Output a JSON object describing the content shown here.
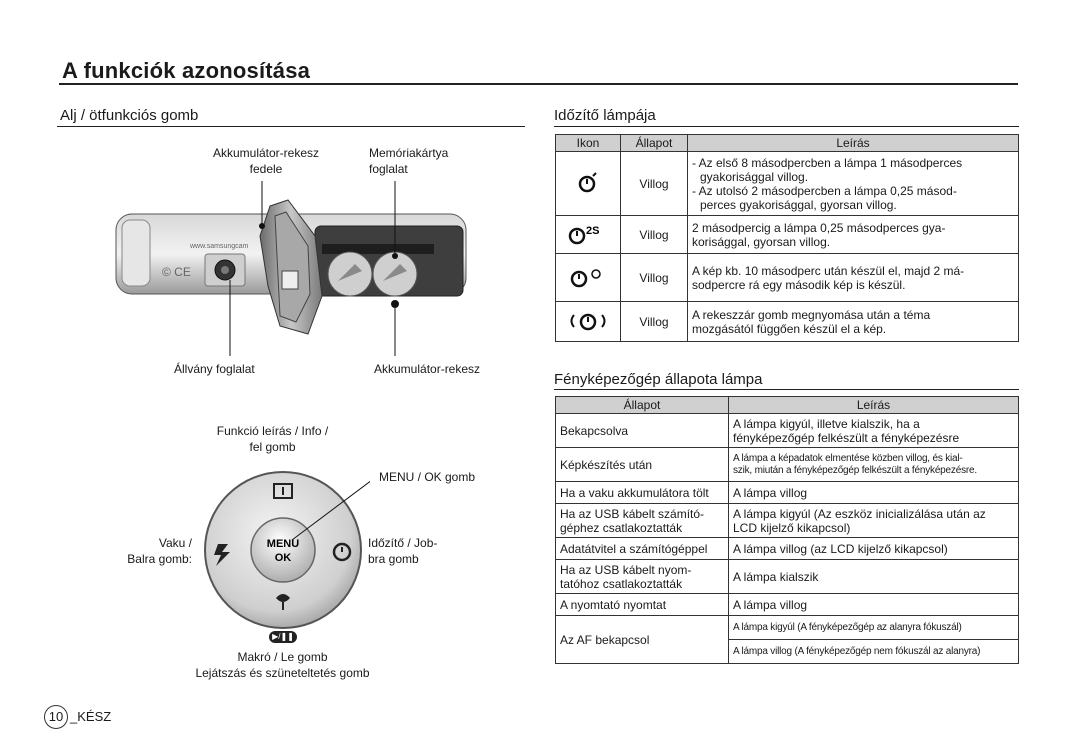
{
  "page_title": "A funkciók azonosítása",
  "left": {
    "title": "Alj / ötfunkciós gomb",
    "labels": {
      "battery_cover": "Akkumulátor-rekesz fedele",
      "battery_cover_1": "Akkumulátor-rekesz",
      "battery_cover_2": "fedele",
      "memory_card_1": "Memóriakártya",
      "memory_card_2": "foglalat",
      "tripod": "Állvány foglalat",
      "battery_chamber": "Akkumulátor-rekesz",
      "function_1": "Funkció leírás / Info /",
      "function_2": "fel gomb",
      "menu_ok": "MENU / OK gomb",
      "flash_1": "Vaku /",
      "flash_2": "Balra gomb:",
      "timer_1": "Időzítő / Job-",
      "timer_2": "bra gomb",
      "macro_1": "Makró / Le gomb",
      "macro_2": "Lejátszás és szüneteltetés gomb",
      "menu_btn_1": "MENU",
      "menu_btn_2": "OK",
      "samsung_text": "www.samsungcam"
    }
  },
  "timer_lamp": {
    "title": "Időzítő lámpája",
    "headers": [
      "Ikon",
      "Állapot",
      "Leírás"
    ],
    "rows": [
      {
        "icon": "self-timer-icon",
        "icon_glyph": "ᐤ",
        "state": "Villog",
        "desc": [
          "- Az első 8 másodpercben a lámpa 1 másodperces",
          "  gyakorisággal villog.",
          "- Az utolsó 2 másodpercben a lámpa 0,25 másod-",
          "  perces gyakorisággal, gyorsan villog."
        ]
      },
      {
        "icon": "self-timer-2s-icon",
        "icon_glyph": "ᐤ2S",
        "state": "Villog",
        "desc": [
          "2 másodpercig a lámpa 0,25 másodperces gya-",
          "korisággal, gyorsan villog."
        ]
      },
      {
        "icon": "double-timer-icon",
        "icon_glyph": "ᐤᐤ",
        "state": "Villog",
        "desc": [
          "A kép kb. 10 másodperc után készül el, majd 2 má-",
          "sodpercre rá egy második kép is készül."
        ]
      },
      {
        "icon": "motion-timer-icon",
        "icon_glyph": "((ᐤ))",
        "state": "Villog",
        "desc": [
          "A rekeszzár gomb megnyomása után a téma",
          "mozgásától függően készül el a kép."
        ]
      }
    ]
  },
  "camera_lamp": {
    "title": "Fényképezőgép állapota lámpa",
    "headers": [
      "Állapot",
      "Leírás"
    ],
    "rows": [
      {
        "state": [
          "Bekapcsolva"
        ],
        "desc": [
          "A lámpa kigyúl, illetve kialszik, ha a",
          "fényképezőgép felkészült a fényképezésre"
        ],
        "small": false
      },
      {
        "state": [
          "Képkészítés után"
        ],
        "desc": [
          "A lámpa a képadatok elmentése közben villog, és kial-",
          "szik, miután a fényképezőgép felkészült a fényképezésre."
        ],
        "small": true
      },
      {
        "state": [
          "Ha a vaku akkumulátora tölt"
        ],
        "desc": [
          "A lámpa villog"
        ],
        "small": false
      },
      {
        "state": [
          "Ha az USB kábelt számító-",
          "géphez csatlakoztatták"
        ],
        "desc": [
          "A lámpa kigyúl (Az eszköz inicializálása után az",
          "LCD kijelző kikapcsol)"
        ],
        "small": false
      },
      {
        "state": [
          "Adatátvitel a számítógéppel"
        ],
        "desc": [
          "A lámpa villog (az LCD kijelző kikapcsol)"
        ],
        "small": false
      },
      {
        "state": [
          "Ha az USB kábelt nyom-",
          "tatóhoz csatlakoztatták"
        ],
        "desc": [
          "A lámpa kialszik"
        ],
        "small": false
      },
      {
        "state": [
          "A nyomtató nyomtat"
        ],
        "desc": [
          "A lámpa villog"
        ],
        "small": false
      }
    ],
    "af_row": {
      "state": "Az AF bekapcsol",
      "desc_1": "A lámpa kigyúl (A fényképezőgép az alanyra fókuszál)",
      "desc_2": "A lámpa villog (A fényképezőgép nem fókuszál az alanyra)"
    }
  },
  "footer": {
    "page_number": "10",
    "section": "_KÉSZ"
  }
}
